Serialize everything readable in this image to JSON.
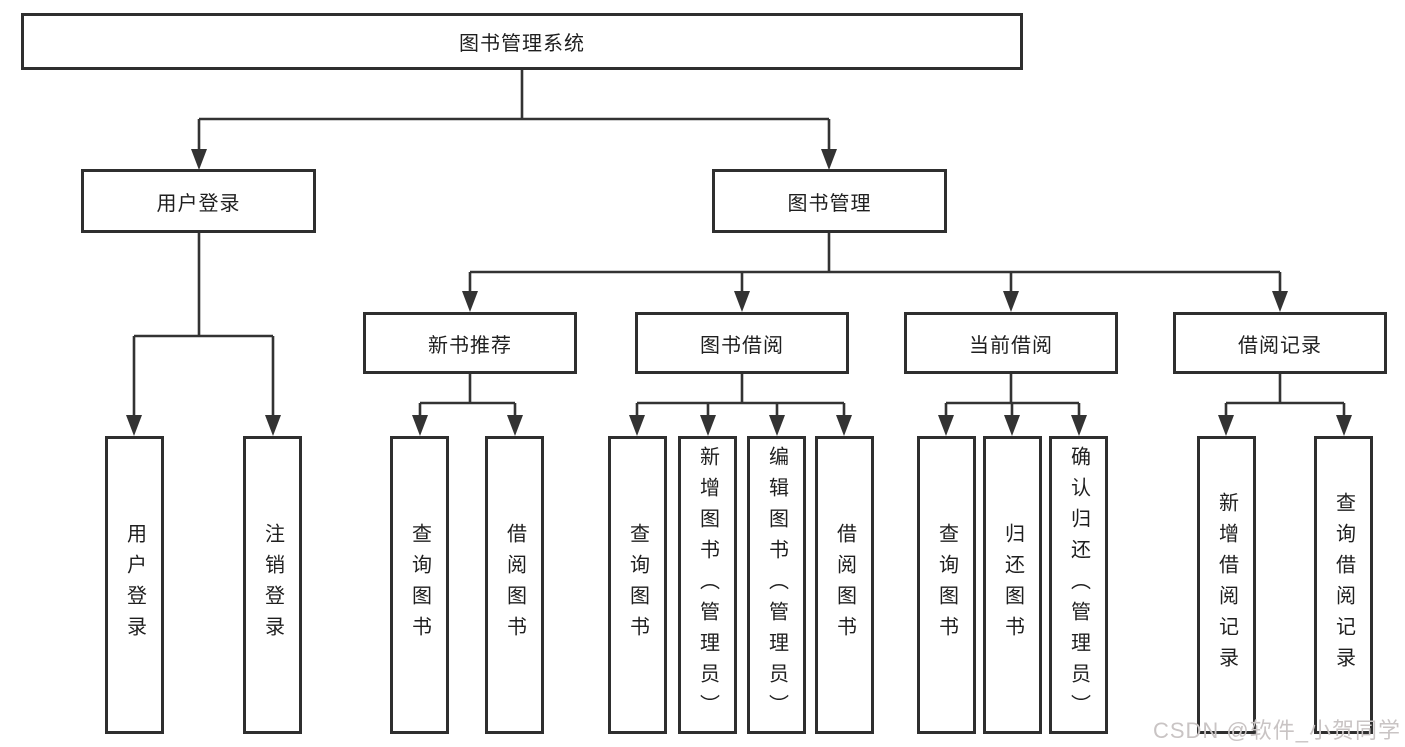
{
  "colors": {
    "background": "#ffffff",
    "line": "#333333",
    "box_border": "#2f2f2f",
    "text": "#1f1f1f",
    "watermark": "#c9c4c4"
  },
  "diagram": {
    "title_node": "图书管理系统",
    "root": {
      "label": "图书管理系统"
    },
    "level2": [
      {
        "label": "用户登录"
      },
      {
        "label": "图书管理"
      }
    ],
    "level3": [
      {
        "label": "新书推荐"
      },
      {
        "label": "图书借阅"
      },
      {
        "label": "当前借阅"
      },
      {
        "label": "借阅记录"
      }
    ],
    "leaves": [
      {
        "label": "用户登录",
        "parent": "用户登录"
      },
      {
        "label": "注销登录",
        "parent": "用户登录"
      },
      {
        "label": "查询图书",
        "parent": "新书推荐"
      },
      {
        "label": "借阅图书",
        "parent": "新书推荐"
      },
      {
        "label": "查询图书",
        "parent": "图书借阅"
      },
      {
        "label": "新增图书（管理员）",
        "parent": "图书借阅"
      },
      {
        "label": "编辑图书（管理员）",
        "parent": "图书借阅"
      },
      {
        "label": "借阅图书",
        "parent": "图书借阅"
      },
      {
        "label": "查询图书",
        "parent": "当前借阅"
      },
      {
        "label": "归还图书",
        "parent": "当前借阅"
      },
      {
        "label": "确认归还（管理员）",
        "parent": "当前借阅"
      },
      {
        "label": "新增借阅记录",
        "parent": "借阅记录"
      },
      {
        "label": "查询借阅记录",
        "parent": "借阅记录"
      }
    ]
  },
  "watermark": {
    "text": "CSDN @软件_小贺同学"
  }
}
